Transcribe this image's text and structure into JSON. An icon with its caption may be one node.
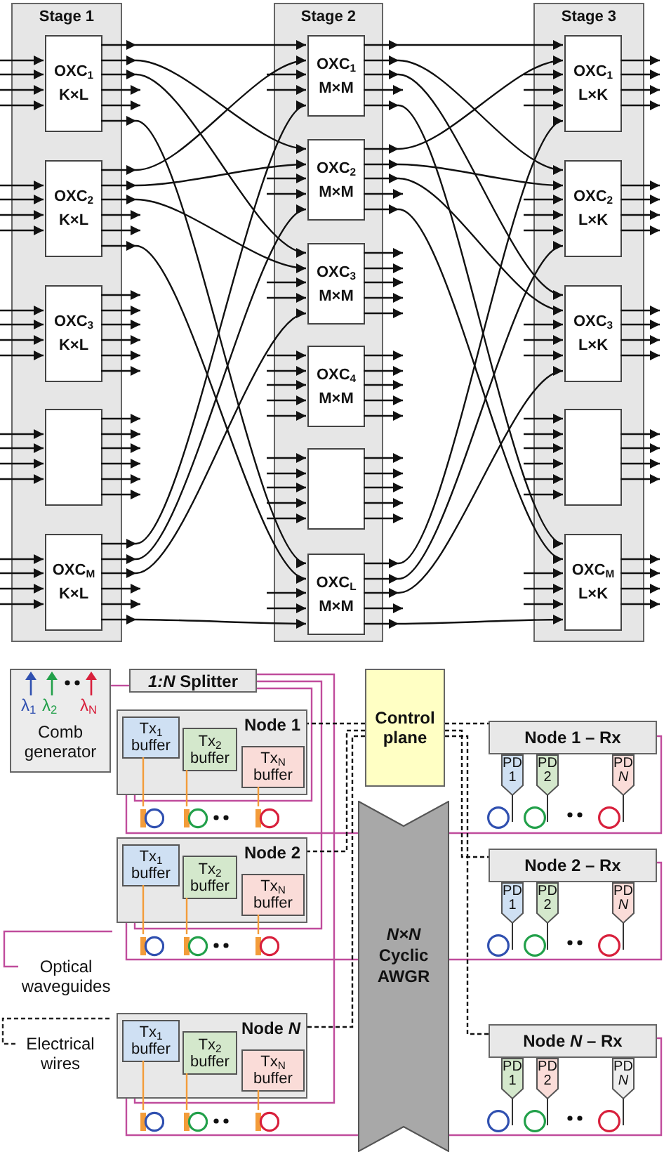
{
  "diagram": {
    "nodes": [
      {
        "text": [
          "Stage 1"
        ]
      },
      {
        "text": [
          "OXC$_{1}$",
          "K×L"
        ],
        "in": 0
      },
      {
        "text": [
          "OXC$_{2}$",
          "K×L"
        ],
        "in": 0
      },
      {
        "text": [
          "OXC$_{3}$",
          "K×L"
        ],
        "in": 0
      },
      {
        "text": [],
        "shape": "box",
        "in": 0
      },
      {
        "text": [
          "OXC$_{M}$",
          "K×L"
        ],
        "in": 0
      },
      {
        "text": [
          "Stage 2"
        ]
      },
      {
        "text": [
          "OXC$_{1}$",
          "M×M"
        ],
        "in": 6
      },
      {
        "text": [
          "OXC$_{2}$",
          "M×M"
        ],
        "in": 6
      },
      {
        "text": [
          "OXC$_{3}$",
          "M×M"
        ],
        "in": 6
      },
      {
        "text": [
          "OXC$_{4}$",
          "M×M"
        ],
        "in": 6
      },
      {
        "text": [],
        "shape": "box",
        "in": 6
      },
      {
        "text": [
          "OXC$_{L}$",
          "M×M"
        ],
        "in": 6
      },
      {
        "text": [
          "Stage 3"
        ]
      },
      {
        "text": [
          "OXC$_{1}$",
          "L×K"
        ],
        "in": 13
      },
      {
        "text": [
          "OXC$_{2}$",
          "L×K"
        ],
        "in": 13
      },
      {
        "text": [
          "OXC$_{3}$",
          "L×K"
        ],
        "in": 13
      },
      {
        "text": [],
        "shape": "box",
        "in": 13
      },
      {
        "text": [
          "OXC$_{M}$",
          "L×K"
        ],
        "in": 13
      },
      {
        "text": [
          "λ$_{1}$",
          "λ$_{2}$",
          "λ$_{N}$",
          "Comb generator"
        ]
      },
      {
        "text": [
          "*1:N* Splitter"
        ]
      },
      {
        "text": [
          "Control plane"
        ]
      },
      {
        "text": [
          "Node 1"
        ]
      },
      {
        "text": [
          "Tx$_{1}$ buffer"
        ],
        "in": 22
      },
      {
        "text": [
          "Tx$_{2}$ buffer"
        ],
        "in": 22
      },
      {
        "text": [
          "Tx$_{N}$ buffer"
        ],
        "in": 22
      },
      {
        "text": [],
        "shape": "circle"
      },
      {
        "text": [],
        "shape": "circle"
      },
      {
        "text": [],
        "shape": "circle"
      },
      {
        "text": [
          "Node 1 – Rx"
        ]
      },
      {
        "text": [
          "PD 1"
        ]
      },
      {
        "text": [
          "PD 2"
        ]
      },
      {
        "text": [
          "PD *N*"
        ]
      },
      {
        "text": [],
        "shape": "circle"
      },
      {
        "text": [],
        "shape": "circle"
      },
      {
        "text": [],
        "shape": "circle"
      },
      {
        "text": [
          "Node 2"
        ]
      },
      {
        "text": [
          "Tx$_{1}$ buffer"
        ],
        "in": 36
      },
      {
        "text": [
          "Tx$_{2}$ buffer"
        ],
        "in": 36
      },
      {
        "text": [
          "Tx$_{N}$ buffer"
        ],
        "in": 36
      },
      {
        "text": [],
        "shape": "circle"
      },
      {
        "text": [],
        "shape": "circle"
      },
      {
        "text": [],
        "shape": "circle"
      },
      {
        "text": [
          "Node 2 – Rx"
        ]
      },
      {
        "text": [
          "PD 1"
        ]
      },
      {
        "text": [
          "PD 2"
        ]
      },
      {
        "text": [
          "PD *N*"
        ]
      },
      {
        "text": [],
        "shape": "circle"
      },
      {
        "text": [],
        "shape": "circle"
      },
      {
        "text": [],
        "shape": "circle"
      },
      {
        "text": [
          "*N×N* Cyclic AWGR"
        ]
      },
      {
        "text": [
          "Node *N*"
        ]
      },
      {
        "text": [
          "Tx$_{1}$ buffer"
        ],
        "in": 51
      },
      {
        "text": [
          "Tx$_{2}$ buffer"
        ],
        "in": 51
      },
      {
        "text": [
          "Tx$_{N}$ buffer"
        ],
        "in": 51
      },
      {
        "text": [],
        "shape": "circle"
      },
      {
        "text": [],
        "shape": "circle"
      },
      {
        "text": [],
        "shape": "circle"
      },
      {
        "text": [
          "Node *N* – Rx"
        ]
      },
      {
        "text": [
          "PD 1"
        ]
      },
      {
        "text": [
          "PD 2"
        ]
      },
      {
        "text": [
          "PD *N*"
        ]
      },
      {
        "text": [],
        "shape": "circle"
      },
      {
        "text": [],
        "shape": "circle"
      },
      {
        "text": [],
        "shape": "circle"
      }
    ],
    "edges": [
      {
        "from": 1,
        "to": 7,
        "arrow": "to"
      },
      {
        "from": 1,
        "to": 8,
        "arrow": "to"
      },
      {
        "from": 1,
        "to": 9,
        "arrow": "to"
      },
      {
        "from": 1,
        "to": 12,
        "arrow": "to"
      },
      {
        "from": 2,
        "to": 7,
        "arrow": "to"
      },
      {
        "from": 2,
        "to": 8,
        "arrow": "to"
      },
      {
        "from": 2,
        "to": 9,
        "arrow": "to"
      },
      {
        "from": 2,
        "to": 12,
        "arrow": "to"
      },
      {
        "from": 5,
        "to": 7,
        "arrow": "to"
      },
      {
        "from": 5,
        "to": 8,
        "arrow": "to"
      },
      {
        "from": 5,
        "to": 9,
        "arrow": "to"
      },
      {
        "from": 5,
        "to": 12,
        "arrow": "to"
      },
      {
        "from": 7,
        "to": 14,
        "arrow": "to"
      },
      {
        "from": 7,
        "to": 15,
        "arrow": "to"
      },
      {
        "from": 7,
        "to": 16,
        "arrow": "to"
      },
      {
        "from": 7,
        "to": 18,
        "arrow": "to"
      },
      {
        "from": 8,
        "to": 14,
        "arrow": "to"
      },
      {
        "from": 8,
        "to": 15,
        "arrow": "to"
      },
      {
        "from": 8,
        "to": 16,
        "arrow": "to"
      },
      {
        "from": 8,
        "to": 18,
        "arrow": "to"
      },
      {
        "from": 12,
        "to": 14,
        "arrow": "to"
      },
      {
        "from": 12,
        "to": 15,
        "arrow": "to"
      },
      {
        "from": 12,
        "to": 16,
        "arrow": "to"
      },
      {
        "from": 12,
        "to": 18,
        "arrow": "to"
      },
      {
        "from": null,
        "to": 1,
        "arrow": "to"
      },
      {
        "from": null,
        "to": 1,
        "arrow": "to"
      },
      {
        "from": null,
        "to": 1,
        "arrow": "to"
      },
      {
        "from": null,
        "to": 1,
        "arrow": "to"
      },
      {
        "from": null,
        "to": 2,
        "arrow": "to"
      },
      {
        "from": null,
        "to": 2,
        "arrow": "to"
      },
      {
        "from": null,
        "to": 2,
        "arrow": "to"
      },
      {
        "from": null,
        "to": 2,
        "arrow": "to"
      },
      {
        "from": null,
        "to": 3,
        "arrow": "to"
      },
      {
        "from": null,
        "to": 3,
        "arrow": "to"
      },
      {
        "from": null,
        "to": 3,
        "arrow": "to"
      },
      {
        "from": null,
        "to": 3,
        "arrow": "to"
      },
      {
        "from": null,
        "to": 4,
        "arrow": "to"
      },
      {
        "from": null,
        "to": 4,
        "arrow": "to"
      },
      {
        "from": null,
        "to": 4,
        "arrow": "to"
      },
      {
        "from": null,
        "to": 4,
        "arrow": "to"
      },
      {
        "from": null,
        "to": 5,
        "arrow": "to"
      },
      {
        "from": null,
        "to": 5,
        "arrow": "to"
      },
      {
        "from": null,
        "to": 5,
        "arrow": "to"
      },
      {
        "from": null,
        "to": 5,
        "arrow": "to"
      },
      {
        "from": 1,
        "to": null,
        "arrow": "to"
      },
      {
        "from": 1,
        "to": null,
        "arrow": "to"
      },
      {
        "from": 2,
        "to": null,
        "arrow": "to"
      },
      {
        "from": 2,
        "to": null,
        "arrow": "to"
      },
      {
        "from": 3,
        "to": null,
        "arrow": "to"
      },
      {
        "from": 3,
        "to": null,
        "arrow": "to"
      },
      {
        "from": 3,
        "to": null,
        "arrow": "to"
      },
      {
        "from": 3,
        "to": null,
        "arrow": "to"
      },
      {
        "from": 3,
        "to": null,
        "arrow": "to"
      },
      {
        "from": 3,
        "to": null,
        "arrow": "to"
      },
      {
        "from": 4,
        "to": null,
        "arrow": "to"
      },
      {
        "from": 4,
        "to": null,
        "arrow": "to"
      },
      {
        "from": 4,
        "to": null,
        "arrow": "to"
      },
      {
        "from": 4,
        "to": null,
        "arrow": "to"
      },
      {
        "from": 4,
        "to": null,
        "arrow": "to"
      },
      {
        "from": 4,
        "to": null,
        "arrow": "to"
      },
      {
        "from": 5,
        "to": null,
        "arrow": "to"
      },
      {
        "from": 5,
        "to": null,
        "arrow": "to"
      },
      {
        "from": null,
        "to": 7,
        "arrow": "to"
      },
      {
        "from": null,
        "to": 7,
        "arrow": "to"
      },
      {
        "from": null,
        "to": 8,
        "arrow": "to"
      },
      {
        "from": null,
        "to": 8,
        "arrow": "to"
      },
      {
        "from": null,
        "to": 9,
        "arrow": "to"
      },
      {
        "from": null,
        "to": 9,
        "arrow": "to"
      },
      {
        "from": null,
        "to": 10,
        "arrow": "to"
      },
      {
        "from": null,
        "to": 10,
        "arrow": "to"
      },
      {
        "from": null,
        "to": 10,
        "arrow": "to"
      },
      {
        "from": null,
        "to": 10,
        "arrow": "to"
      },
      {
        "from": null,
        "to": 10,
        "arrow": "to"
      },
      {
        "from": null,
        "to": 11,
        "arrow": "to"
      },
      {
        "from": null,
        "to": 11,
        "arrow": "to"
      },
      {
        "from": null,
        "to": 11,
        "arrow": "to"
      },
      {
        "from": null,
        "to": 11,
        "arrow": "to"
      },
      {
        "from": null,
        "to": 11,
        "arrow": "to"
      },
      {
        "from": null,
        "to": 12,
        "arrow": "to"
      },
      {
        "from": null,
        "to": 12,
        "arrow": "to"
      },
      {
        "from": 7,
        "to": null,
        "arrow": "to"
      },
      {
        "from": 8,
        "to": null,
        "arrow": "to"
      },
      {
        "from": 9,
        "to": null,
        "arrow": "to"
      },
      {
        "from": 9,
        "to": null,
        "arrow": "to"
      },
      {
        "from": 9,
        "to": null,
        "arrow": "to"
      },
      {
        "from": 9,
        "to": null,
        "arrow": "to"
      },
      {
        "from": 9,
        "to": null,
        "arrow": "to"
      },
      {
        "from": 10,
        "to": null,
        "arrow": "to"
      },
      {
        "from": 10,
        "to": null,
        "arrow": "to"
      },
      {
        "from": 10,
        "to": null,
        "arrow": "to"
      },
      {
        "from": 10,
        "to": null,
        "arrow": "to"
      },
      {
        "from": 10,
        "to": null,
        "arrow": "to"
      },
      {
        "from": 11,
        "to": null,
        "arrow": "to"
      },
      {
        "from": 11,
        "to": null,
        "arrow": "to"
      },
      {
        "from": 11,
        "to": null,
        "arrow": "to"
      },
      {
        "from": 11,
        "to": null,
        "arrow": "to"
      },
      {
        "from": 11,
        "to": null,
        "arrow": "to"
      },
      {
        "from": 12,
        "to": null,
        "arrow": "to"
      },
      {
        "from": null,
        "to": 14,
        "arrow": "to"
      },
      {
        "from": null,
        "to": 14,
        "arrow": "to"
      },
      {
        "from": null,
        "to": 14,
        "arrow": "to"
      },
      {
        "from": null,
        "to": 15,
        "arrow": "to"
      },
      {
        "from": null,
        "to": 15,
        "arrow": "to"
      },
      {
        "from": null,
        "to": 15,
        "arrow": "to"
      },
      {
        "from": null,
        "to": 16,
        "arrow": "to"
      },
      {
        "from": null,
        "to": 16,
        "arrow": "to"
      },
      {
        "from": null,
        "to": 16,
        "arrow": "to"
      },
      {
        "from": null,
        "to": 17,
        "arrow": "to"
      },
      {
        "from": null,
        "to": 17,
        "arrow": "to"
      },
      {
        "from": null,
        "to": 17,
        "arrow": "to"
      },
      {
        "from": null,
        "to": 17,
        "arrow": "to"
      },
      {
        "from": null,
        "to": 17,
        "arrow": "to"
      },
      {
        "from": null,
        "to": 17,
        "arrow": "to"
      },
      {
        "from": null,
        "to": 18,
        "arrow": "to"
      },
      {
        "from": null,
        "to": 18,
        "arrow": "to"
      },
      {
        "from": null,
        "to": 18,
        "arrow": "to"
      },
      {
        "from": 14,
        "to": null,
        "arrow": "to"
      },
      {
        "from": 14,
        "to": null,
        "arrow": "to"
      },
      {
        "from": 14,
        "to": null,
        "arrow": "to"
      },
      {
        "from": 14,
        "to": null,
        "arrow": "to"
      },
      {
        "from": 15,
        "to": null,
        "arrow": "to"
      },
      {
        "from": 15,
        "to": null,
        "arrow": "to"
      },
      {
        "from": 15,
        "to": null,
        "arrow": "to"
      },
      {
        "from": 15,
        "to": null,
        "arrow": "to"
      },
      {
        "from": 16,
        "to": null,
        "arrow": "to"
      },
      {
        "from": 16,
        "to": null,
        "arrow": "to"
      },
      {
        "from": 16,
        "to": null,
        "arrow": "to"
      },
      {
        "from": 16,
        "to": null,
        "arrow": "to"
      },
      {
        "from": 17,
        "to": null,
        "arrow": "to"
      },
      {
        "from": 17,
        "to": null,
        "arrow": "to"
      },
      {
        "from": 17,
        "to": null,
        "arrow": "to"
      },
      {
        "from": 17,
        "to": null,
        "arrow": "to"
      },
      {
        "from": 18,
        "to": null,
        "arrow": "to"
      },
      {
        "from": 18,
        "to": null,
        "arrow": "to"
      },
      {
        "from": 18,
        "to": null,
        "arrow": "to"
      },
      {
        "from": 18,
        "to": null,
        "arrow": "to"
      },
      {
        "from": 19,
        "to": 20,
        "arrow": "none",
        "color": "#c04c9c"
      },
      {
        "from": 20,
        "to": 22,
        "arrow": "none",
        "color": "#c04c9c"
      },
      {
        "from": 20,
        "to": 36,
        "arrow": "none",
        "color": "#c04c9c"
      },
      {
        "from": 20,
        "to": 51,
        "arrow": "none",
        "color": "#c04c9c"
      },
      {
        "from": 22,
        "to": 50,
        "arrow": "none",
        "color": "#c04c9c"
      },
      {
        "from": 36,
        "to": 50,
        "arrow": "none",
        "color": "#c04c9c"
      },
      {
        "from": 51,
        "to": 50,
        "arrow": "none",
        "color": "#c04c9c"
      },
      {
        "from": 50,
        "to": 29,
        "arrow": "none",
        "color": "#c04c9c"
      },
      {
        "from": 50,
        "to": 43,
        "arrow": "none",
        "color": "#c04c9c"
      },
      {
        "from": 50,
        "to": 58,
        "arrow": "none",
        "color": "#c04c9c"
      },
      {
        "from": 23,
        "to": 26,
        "arrow": "none",
        "color": "#f39c3a"
      },
      {
        "from": 24,
        "to": 27,
        "arrow": "none",
        "color": "#f39c3a"
      },
      {
        "from": 25,
        "to": 28,
        "arrow": "none",
        "color": "#f39c3a"
      },
      {
        "from": 37,
        "to": 40,
        "arrow": "none",
        "color": "#f39c3a"
      },
      {
        "from": 38,
        "to": 41,
        "arrow": "none",
        "color": "#f39c3a"
      },
      {
        "from": 39,
        "to": 42,
        "arrow": "none",
        "color": "#f39c3a"
      },
      {
        "from": 52,
        "to": 55,
        "arrow": "none",
        "color": "#f39c3a"
      },
      {
        "from": 53,
        "to": 56,
        "arrow": "none",
        "color": "#f39c3a"
      },
      {
        "from": 54,
        "to": 57,
        "arrow": "none",
        "color": "#f39c3a"
      },
      {
        "from": 21,
        "to": 22,
        "arrow": "none",
        "style": "dashed"
      },
      {
        "from": 21,
        "to": 36,
        "arrow": "none",
        "style": "dashed"
      },
      {
        "from": 21,
        "to": 51,
        "arrow": "none",
        "style": "dashed"
      },
      {
        "from": 21,
        "to": 29,
        "arrow": "none",
        "style": "dashed"
      },
      {
        "from": 21,
        "to": 43,
        "arrow": "none",
        "style": "dashed"
      },
      {
        "from": 21,
        "to": 58,
        "arrow": "none",
        "style": "dashed"
      }
    ],
    "legend": [
      {
        "text": "Optical waveguides"
      },
      {
        "text": "Electrical wires"
      }
    ]
  }
}
